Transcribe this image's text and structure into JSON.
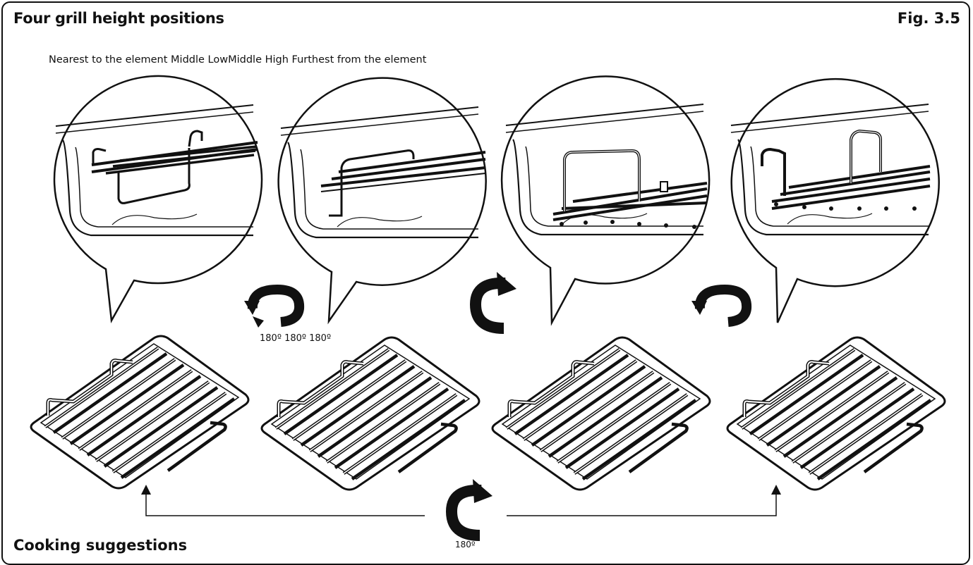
{
  "header": {
    "title": "Four grill height positions",
    "figure_label": "Fig. 3.5"
  },
  "positions_caption": "Nearest to the element Middle LowMiddle High Furthest from the element",
  "rotation_labels": {
    "small": "180º 180º 180º",
    "bottom": "180º"
  },
  "section_heading": "Cooking suggestions",
  "colors": {
    "line": "#111111",
    "background": "#ffffff"
  },
  "icons": [
    "rotate-horizontal-arrow-icon",
    "rotate-vertical-arrow-icon",
    "up-arrow-icon"
  ]
}
